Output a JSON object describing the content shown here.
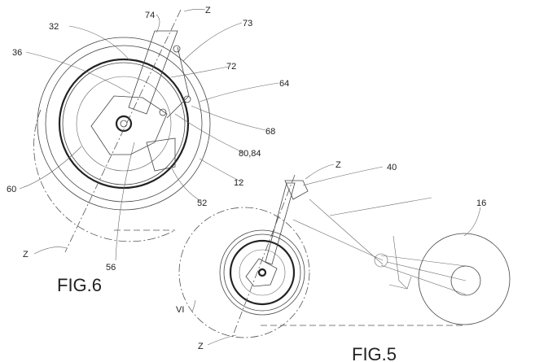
{
  "figure6": {
    "title": "FIG.6",
    "labels": {
      "l74": "74",
      "z_top": "Z",
      "l32": "32",
      "l73": "73",
      "l36": "36",
      "l72": "72",
      "l64": "64",
      "l68": "68",
      "l80_84": "80,84",
      "l12": "12",
      "l60": "60",
      "l52": "52",
      "l56": "56",
      "z_bottom": "Z"
    }
  },
  "figure5": {
    "title": "FIG.5",
    "labels": {
      "z_top": "Z",
      "l40": "40",
      "l16": "16",
      "vi": "VI",
      "z_bottom": "Z"
    }
  }
}
